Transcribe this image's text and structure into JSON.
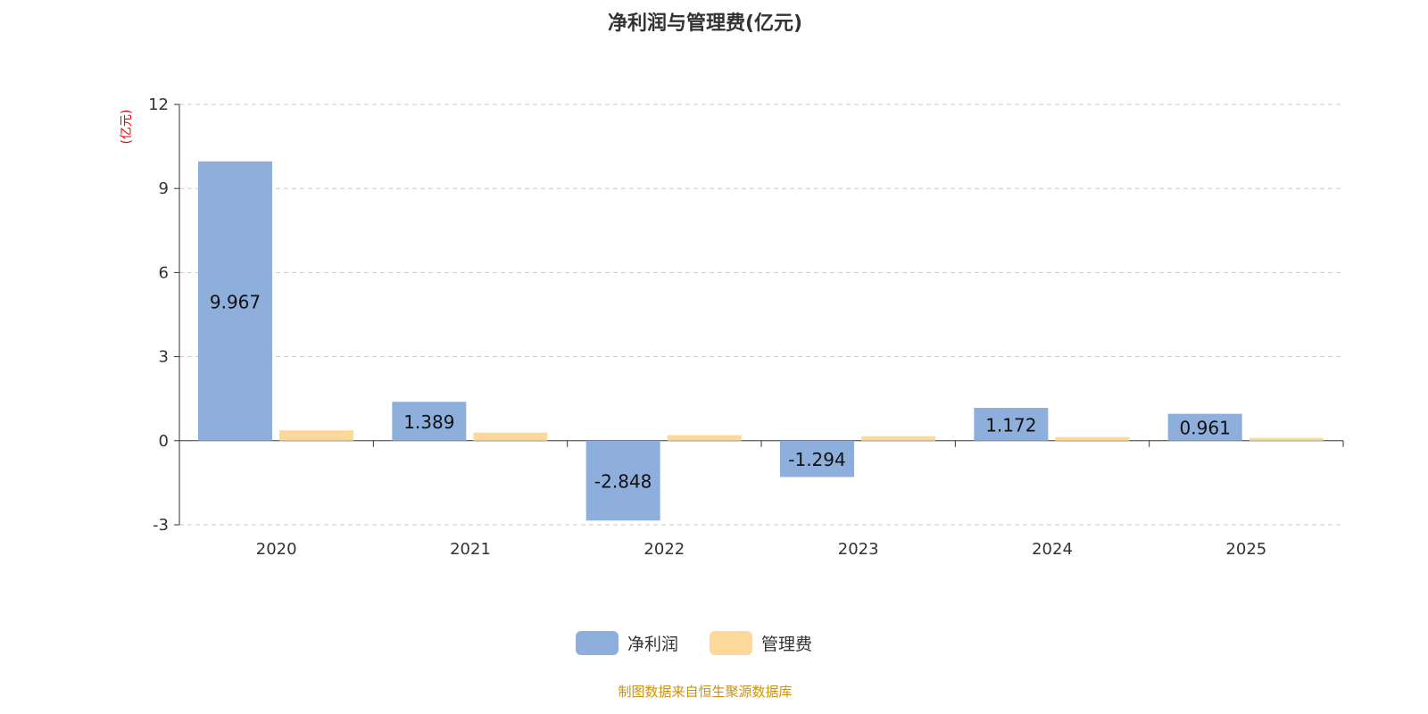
{
  "chart_data": {
    "type": "bar",
    "title": "净利润与管理费(亿元)",
    "ylabel": "(亿元)",
    "xlabel": "",
    "categories": [
      "2020",
      "2021",
      "2022",
      "2023",
      "2024",
      "2025"
    ],
    "series": [
      {
        "name": "净利润",
        "color": "#8eaedb",
        "values": [
          9.967,
          1.389,
          -2.848,
          -1.294,
          1.172,
          0.961
        ],
        "labels": [
          "9.967",
          "1.389",
          "-2.848",
          "-1.294",
          "1.172",
          "0.961"
        ]
      },
      {
        "name": "管理费",
        "color": "#fdd89b",
        "values": [
          0.37,
          0.29,
          0.2,
          0.16,
          0.13,
          0.1
        ]
      }
    ],
    "ylim": [
      -3,
      12
    ],
    "yticks": [
      -3,
      0,
      3,
      6,
      9,
      12
    ],
    "grid": true,
    "legend_position": "bottom-center",
    "source": "制图数据来自恒生聚源数据库"
  }
}
